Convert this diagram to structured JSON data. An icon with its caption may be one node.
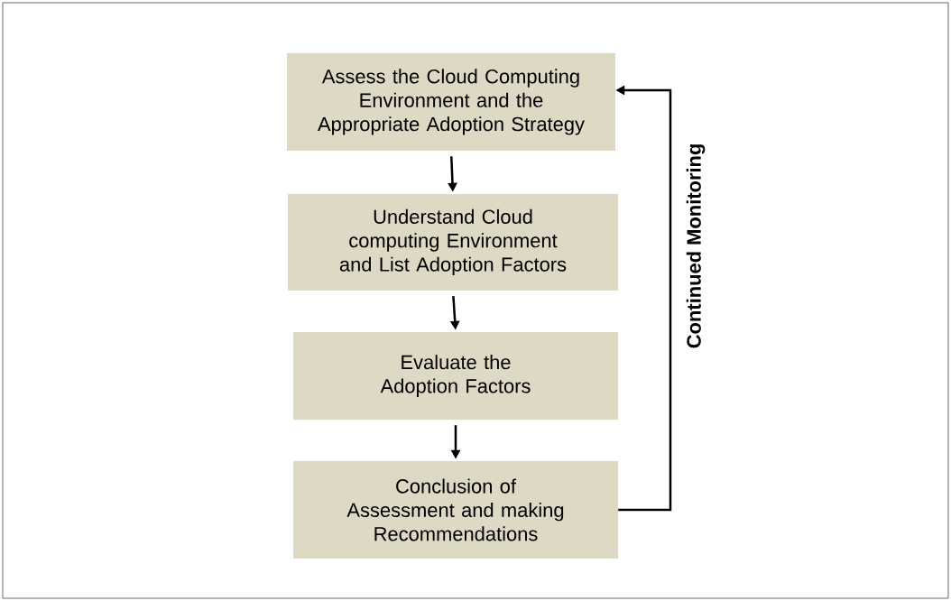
{
  "diagram": {
    "nodes": [
      {
        "text": [
          "Assess the Cloud Computing Environment and the Appropriate Adoption Strategy"
        ]
      },
      {
        "text": [
          "Understand Cloud computing Environment and List Adoption Factors"
        ]
      },
      {
        "text": [
          "Evaluate the Adoption Factors"
        ]
      },
      {
        "text": [
          "Conclusion of Assessment and making Recommendations"
        ]
      }
    ],
    "edges": [
      {
        "from": 0,
        "to": 1,
        "arrow": "to"
      },
      {
        "from": 1,
        "to": 2,
        "arrow": "to"
      },
      {
        "from": 2,
        "to": 3,
        "arrow": "to"
      },
      {
        "from": 3,
        "to": 0,
        "arrow": "to",
        "label": "Continued Monitoring"
      }
    ]
  }
}
